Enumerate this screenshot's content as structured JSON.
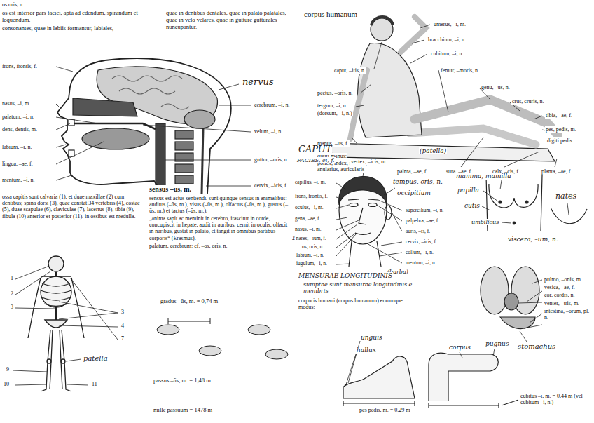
{
  "diagram": {
    "title": "corpus humanum",
    "labels": [
      "os oris, n.",
      "os est interior pars faciei, apta ad edendum, spirandum et loquendum.",
      "consonantes, quae in labiis formantur, labiales,",
      "quae in dentibus dentales, quae in palato palatales, quae in velo velares, quae in gutture gutturales nuncupantur.",
      "frons, frontis, f.",
      "nasus, –i, m.",
      "palatum, –i, n.",
      "dens, dentis, m.",
      "labium, –i, n.",
      "lingua, –ae, f.",
      "mentum, –i, n.",
      "nervus",
      "cerebrum, –i, n.",
      "velum, –i, n.",
      "guttur, –uris, n.",
      "cervix, –icis, f.",
      "ossa capitis sunt calvaria (1), et duae maxillae (2) cum dentibus; spina dorsi (3), quae constat 34 vertebris (4), costae (5), duae scapulae (6), claviculae (7), lacertus (8), tibia (9), fibula (10) anterior et posterior (11). in ossibus est medulla.",
      "1",
      "2",
      "3",
      "3",
      "4",
      "7",
      "9",
      "10",
      "11",
      "patella",
      "sensus –ūs, m.",
      "sensus est actus sentiendi. sunt quinque sensus in animalibus: auditus (–ūs, m.), visus (–ūs, m.), olfactus (–ūs, m.), gustus (–ūs, m.) et tactus (–ūs, m.).",
      "„anima sapit ac meminit in cerebro, irascitur in corde, concupiscit in hepate, audit in auribus, cernit in oculis, olfacit in naribus, gustat in palato, et tangit in omnibus partibus corporis“ (Erasmus).",
      "palatum, cerebrum: cf. –os, oris, n.",
      "gradus –ūs, m. = 0,74 m",
      "passus –ūs, m. = 1,48 m",
      "mille passuum = 1478 m",
      "caput, –itis, n.",
      "pectus, –oris, n.",
      "tergum, –i, n.",
      "(dorsum, –i, n.)",
      "manus, –us, f.",
      "digiti manus:",
      "pollex, index, medius, anularius, auricularis",
      "palma, –ae, f.",
      "umerus, –i, m.",
      "bracchium, –i, n.",
      "cubitum, –i, n.",
      "femur, –moris, n.",
      "genu, –us, n.",
      "crus, cruris, n.",
      "tibia, –ae, f.",
      "pes, pedis, m.",
      "digiti pedis",
      "sura, –ae, f.",
      "calx, –cis, f.",
      "planta, –ae, f.",
      "(patella)",
      "CAPUT",
      "FACIES, ei, f.",
      "vertex, –icis, m.",
      "tempus, oris, n.",
      "occipitium",
      "capillus, –i, m.",
      "frons, frontis, f.",
      "oculus, –i, m.",
      "gena, –ae, f.",
      "nasus, –i, m.",
      "2 nares, –ium, f.",
      "os, oris, n.",
      "labium, –i, n.",
      "iugulum, –i, n.",
      "supercilium, –i, n.",
      "palpebra, –ae, f.",
      "auris, –is, f.",
      "cervix, –icis, f.",
      "collum, –i, n.",
      "mentum, –i, n.",
      "(barba)",
      "mamma, mamilla",
      "papilla",
      "cutis",
      "nates",
      "umbilicus",
      "viscera, –um, n.",
      "pulmo, –onis, m.",
      "vesica, –ae, f.",
      "cor, cordis, n.",
      "venter, –tris, m.",
      "intestina, –orum, pl. n.",
      "stomachus",
      "MENSURAE LONGITUDINIS",
      "sumptae sunt mensurae longitudinis e membris",
      "corporis humani (corpus humanum) eorumque modus:",
      "unguis",
      "hallux",
      "pes pedis, m. = 0,29 m",
      "corpus",
      "pugnus",
      "cubitus –i, m. = 0,44 m (vel cubitum –i, n.)"
    ]
  }
}
